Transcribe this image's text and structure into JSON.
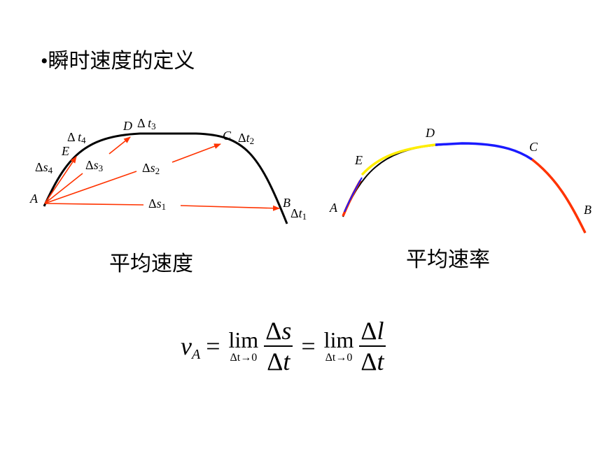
{
  "title": {
    "bullet": "•",
    "text": "瞬时速度的定义"
  },
  "left_figure": {
    "caption": "平均速度",
    "points": {
      "A": "A",
      "B": "B",
      "C": "C",
      "D": "D",
      "E": "E"
    },
    "vectors": {
      "s1": {
        "delta": "Δ",
        "var": "s",
        "sub": "1"
      },
      "s2": {
        "delta": "Δ",
        "var": "s",
        "sub": "2"
      },
      "s3": {
        "delta": "Δ",
        "var": "s",
        "sub": "3"
      },
      "s4": {
        "delta": "Δ",
        "var": "s",
        "sub": "4"
      }
    },
    "times": {
      "t1": {
        "delta": "Δ",
        "var": "t",
        "sub": "1"
      },
      "t2": {
        "delta": "Δ",
        "var": "t",
        "sub": "2"
      },
      "t3": {
        "delta": "Δ ",
        "var": "t",
        "sub": "3"
      },
      "t4": {
        "delta": "Δ ",
        "var": "t",
        "sub": "4"
      }
    },
    "colors": {
      "curve": "#000000",
      "arrow": "#ff3300"
    }
  },
  "right_figure": {
    "caption": "平均速率",
    "points": {
      "A": "A",
      "B": "B",
      "C": "C",
      "D": "D",
      "E": "E"
    },
    "colors": {
      "red": "#ff3300",
      "blue": "#1a1aff",
      "yellow": "#ffee00",
      "black": "#000000"
    }
  },
  "formula": {
    "v": "v",
    "v_sub": "A",
    "eq1": "=",
    "lim1": {
      "word": "lim",
      "under": "Δt→0"
    },
    "frac1": {
      "num_delta": "Δ",
      "num_var": "s",
      "den_delta": "Δ",
      "den_var": "t"
    },
    "eq2": "=",
    "lim2": {
      "word": "lim",
      "under": "Δt→0"
    },
    "frac2": {
      "num_delta": "Δ",
      "num_var": "l",
      "den_delta": "Δ",
      "den_var": "t"
    }
  }
}
